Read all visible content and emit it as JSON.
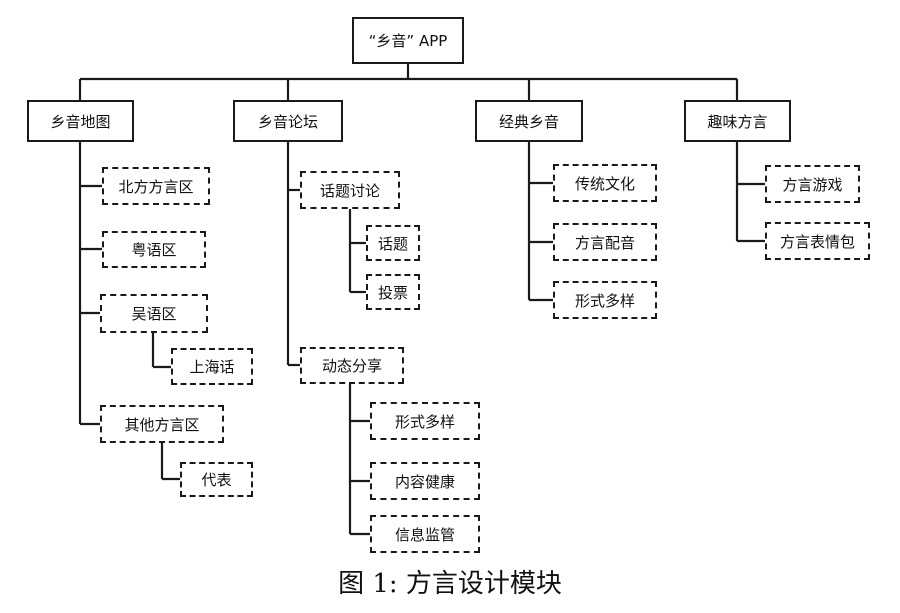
{
  "root": "“乡音” APP",
  "modules": [
    {
      "label": "乡音地图",
      "children": [
        {
          "label": "北方方言区"
        },
        {
          "label": "粤语区"
        },
        {
          "label": "吴语区",
          "children": [
            {
              "label": "上海话"
            }
          ]
        },
        {
          "label": "其他方言区",
          "children": [
            {
              "label": "代表"
            }
          ]
        }
      ]
    },
    {
      "label": "乡音论坛",
      "children": [
        {
          "label": "话题讨论",
          "children": [
            {
              "label": "话题"
            },
            {
              "label": "投票"
            }
          ]
        },
        {
          "label": "动态分享",
          "children": [
            {
              "label": "形式多样"
            },
            {
              "label": "内容健康"
            },
            {
              "label": "信息监管"
            }
          ]
        }
      ]
    },
    {
      "label": "经典乡音",
      "children": [
        {
          "label": "传统文化"
        },
        {
          "label": "方言配音"
        },
        {
          "label": "形式多样"
        }
      ]
    },
    {
      "label": "趣味方言",
      "children": [
        {
          "label": "方言游戏"
        },
        {
          "label": "方言表情包"
        }
      ]
    }
  ],
  "caption": "图 1: 方言设计模块"
}
